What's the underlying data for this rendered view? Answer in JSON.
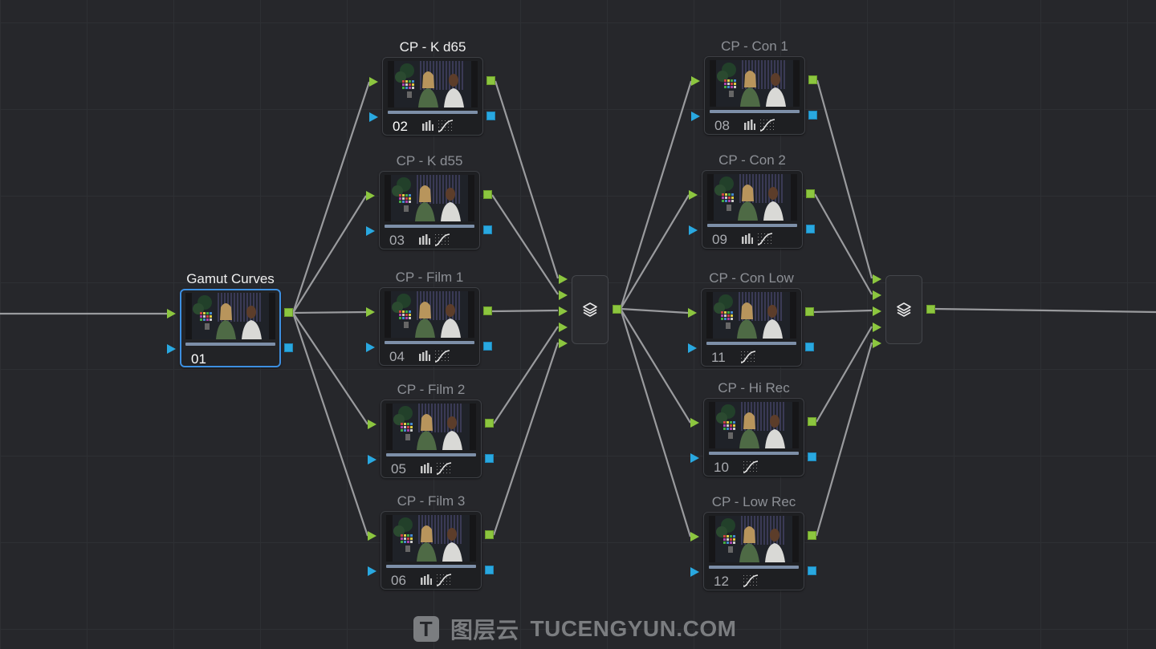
{
  "nodes": [
    {
      "id": "01",
      "title": "Gamut Curves",
      "number": "01",
      "selected": true,
      "tools": []
    },
    {
      "id": "02",
      "title": "CP - K d65",
      "number": "02",
      "selected": false,
      "tools": [
        "bars",
        "curve"
      ],
      "bright": true
    },
    {
      "id": "03",
      "title": "CP - K d55",
      "number": "03",
      "selected": false,
      "tools": [
        "bars",
        "curve"
      ]
    },
    {
      "id": "04",
      "title": "CP - Film 1",
      "number": "04",
      "selected": false,
      "tools": [
        "bars",
        "curve"
      ]
    },
    {
      "id": "05",
      "title": "CP - Film 2",
      "number": "05",
      "selected": false,
      "tools": [
        "bars",
        "curve"
      ]
    },
    {
      "id": "06",
      "title": "CP - Film 3",
      "number": "06",
      "selected": false,
      "tools": [
        "bars",
        "curve"
      ]
    },
    {
      "id": "08",
      "title": "CP - Con 1",
      "number": "08",
      "selected": false,
      "tools": [
        "bars",
        "curve"
      ]
    },
    {
      "id": "09",
      "title": "CP - Con 2",
      "number": "09",
      "selected": false,
      "tools": [
        "bars",
        "curve"
      ]
    },
    {
      "id": "11",
      "title": "CP - Con Low",
      "number": "11",
      "selected": false,
      "tools": [
        "curve"
      ]
    },
    {
      "id": "10",
      "title": "CP - Hi Rec",
      "number": "10",
      "selected": false,
      "tools": [
        "curve"
      ]
    },
    {
      "id": "12",
      "title": "CP - Low Rec",
      "number": "12",
      "selected": false,
      "tools": [
        "curve"
      ]
    }
  ],
  "mixers": [
    {
      "id": "mixer-1",
      "icon": "layers-icon"
    },
    {
      "id": "mixer-2",
      "icon": "layers-icon"
    }
  ],
  "colors": {
    "rgb_port": "#8cc63f",
    "alpha_port": "#29a8e0",
    "selection": "#3d8fe0",
    "wire": "#9a9b9e"
  },
  "watermark": {
    "logo_letter": "T",
    "text_cn": "图层云",
    "text_en": "TUCENGYUN.COM"
  }
}
